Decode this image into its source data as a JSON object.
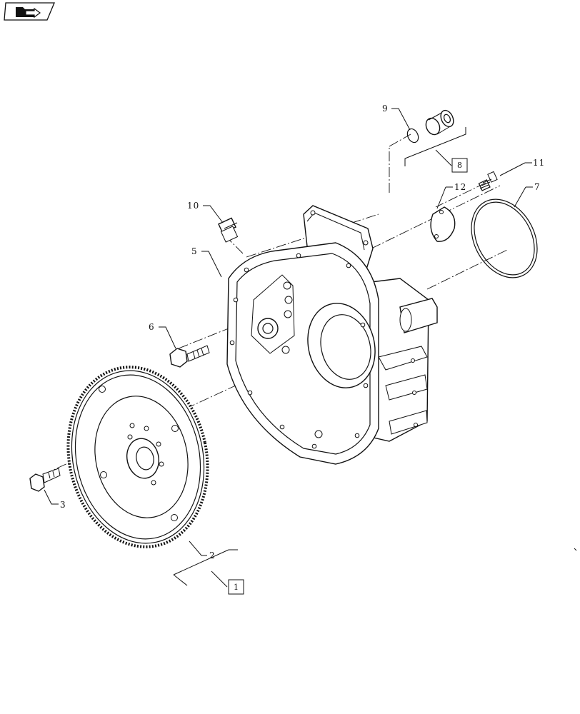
{
  "nav_icon": "folder-arrow-icon",
  "callouts": [
    {
      "id": "callout-1",
      "text": "1",
      "boxed": true
    },
    {
      "id": "callout-2",
      "text": "2",
      "boxed": false
    },
    {
      "id": "callout-3",
      "text": "3",
      "boxed": false
    },
    {
      "id": "callout-5",
      "text": "5",
      "boxed": false
    },
    {
      "id": "callout-6",
      "text": "6",
      "boxed": false
    },
    {
      "id": "callout-7",
      "text": "7",
      "boxed": false
    },
    {
      "id": "callout-8",
      "text": "8",
      "boxed": true
    },
    {
      "id": "callout-9",
      "text": "9",
      "boxed": false
    },
    {
      "id": "callout-10",
      "text": "10",
      "boxed": false
    },
    {
      "id": "callout-11",
      "text": "11",
      "boxed": false
    },
    {
      "id": "callout-12",
      "text": "12",
      "boxed": false
    }
  ],
  "colors": {
    "line": "#111111",
    "background": "#ffffff"
  }
}
